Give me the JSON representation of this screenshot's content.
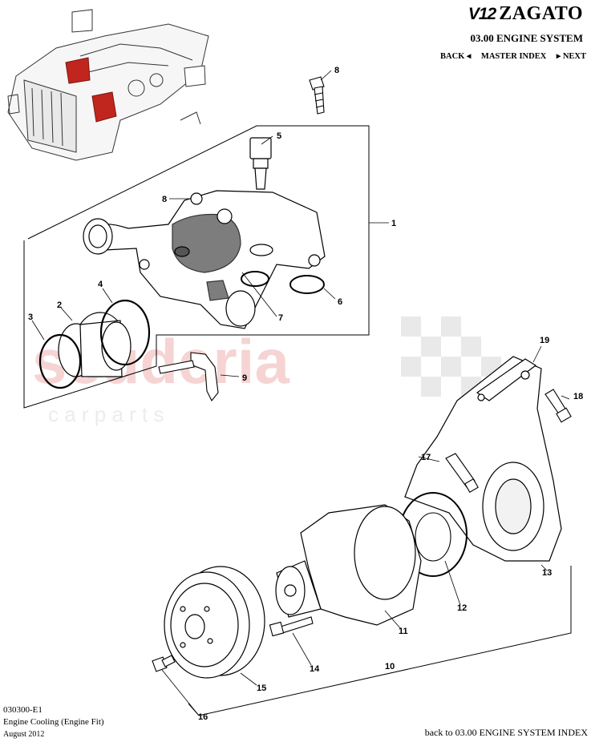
{
  "header": {
    "brand_v12": "V12",
    "brand_name": "ZAGATO",
    "section_title": "03.00 ENGINE SYSTEM",
    "nav_back": "BACK ◂",
    "nav_index": "MASTER INDEX",
    "nav_next": "▸ NEXT"
  },
  "footer": {
    "code": "030300-E1",
    "title": "Engine Cooling (Engine Fit)",
    "date": "August 2012",
    "back_link": "back to 03.00 ENGINE SYSTEM INDEX"
  },
  "watermark": {
    "word": "scuderia",
    "sub": "c a r   p a r t s"
  },
  "callouts": [
    "1",
    "2",
    "3",
    "4",
    "5",
    "6",
    "7",
    "8",
    "8",
    "9",
    "10",
    "11",
    "12",
    "13",
    "14",
    "15",
    "16",
    "17",
    "18",
    "19"
  ],
  "colors": {
    "highlight": "#c0261d",
    "watermark": "#f2c4c4"
  }
}
